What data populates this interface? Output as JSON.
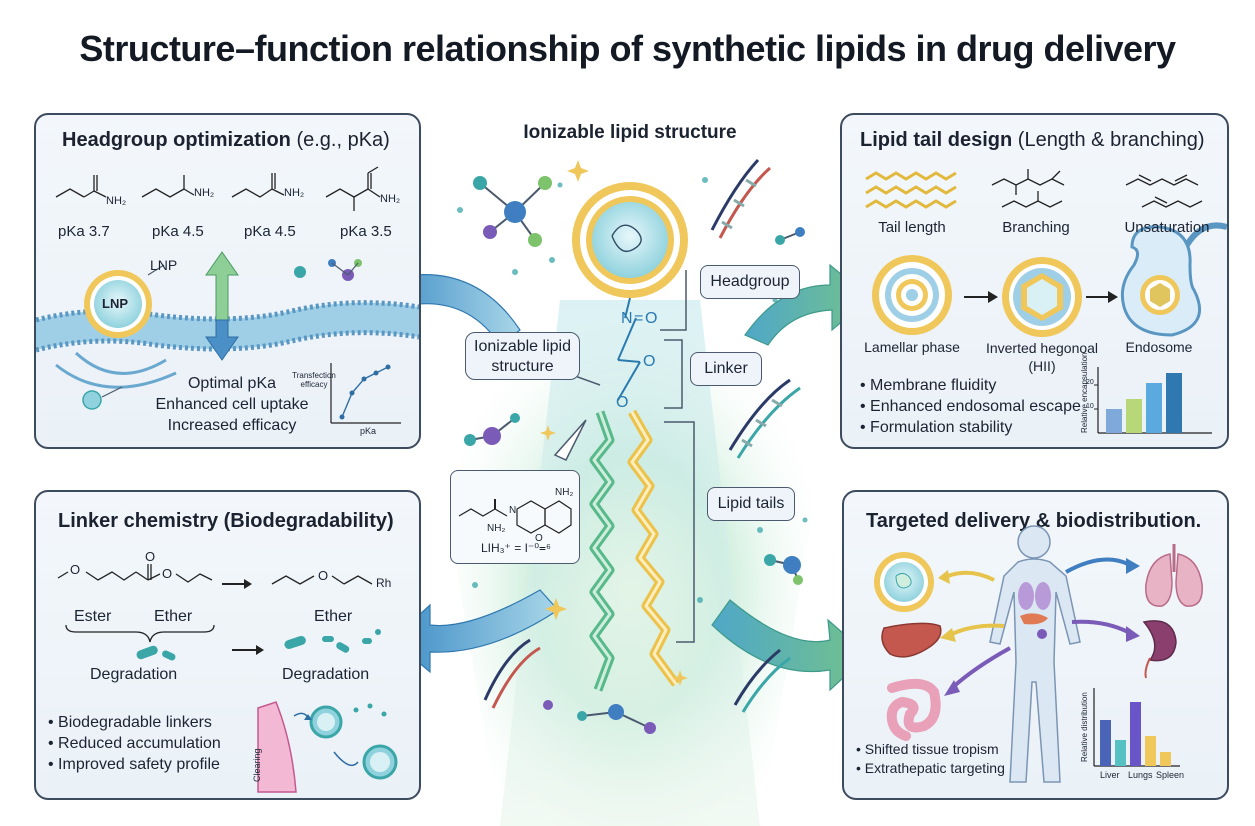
{
  "title": "Structure–function relationship of synthetic lipids in drug delivery",
  "center": {
    "title": "Ionizable lipid structure",
    "callout": "Ionizable lipid structure",
    "tags": {
      "headgroup": "Headgroup",
      "linker": "Linker",
      "tails": "Lipid tails"
    },
    "atoms": {
      "n": "N",
      "o1": "O",
      "o2": "O",
      "o3": "O"
    },
    "inset_formula": "LIH₃⁺ = I⁻⁰᐀⁶",
    "inset_nh2": "NH₂",
    "inset_o": "O",
    "inset_n": "N"
  },
  "headgroup_panel": {
    "title": "Headgroup optimization",
    "subtitle": "(e.g., pKa)",
    "nh2": "NH₂",
    "molecules": [
      {
        "pka": "pKa 3.7"
      },
      {
        "pka": "pKa 4.5"
      },
      {
        "pka": "pKa 4.5"
      },
      {
        "pka": "pKa 3.5"
      }
    ],
    "lnp_label": "LNP",
    "lnp_inner": "LNP",
    "outcomes": [
      "Optimal pKa",
      "Enhanced cell uptake",
      "Increased efficacy"
    ],
    "plot_ylabel": "Transfection efficacy",
    "plot_xlabel": "pKa"
  },
  "tail_panel": {
    "title": "Lipid tail design",
    "subtitle": "(Length & branching)",
    "types": [
      "Tail length",
      "Branching",
      "Unsaturation"
    ],
    "phases": [
      "Lamellar phase",
      "Inverted hegonoal (HII)",
      "Endosome"
    ],
    "bullets": [
      "• Membrane fluidity",
      "• Enhanced endosomal escape",
      "• Formulation stability"
    ],
    "chart_ylabel": "Relative encapsulation",
    "chart_ticks": [
      "20",
      "10"
    ]
  },
  "linker_panel": {
    "title": "Linker chemistry (Biodegradability)",
    "ester": "Ester",
    "ether_left": "Ether",
    "ether_right": "Ether",
    "degradation_left": "Degradation",
    "degradation_right": "Degradation",
    "rh": "Rh",
    "o": "O",
    "bullets": [
      "• Biodegradable linkers",
      "• Reduced accumulation",
      "• Improved safety profile"
    ],
    "clearing": "Clearing"
  },
  "target_panel": {
    "title": "Targeted delivery & biodistribution.",
    "bullets": [
      "• Shifted tissue tropism",
      "• Extrathepatic targeting"
    ],
    "chart_ylabel": "Relative distribution",
    "chart_categories": [
      "Liver",
      "Lungs",
      "Spleen"
    ]
  },
  "colors": {
    "teal": "#3aa6a8",
    "blue": "#3f7fc1",
    "green": "#7cc36b",
    "yellow": "#e6c34a",
    "purple": "#7a5bb8",
    "navy": "#2b3a67"
  }
}
